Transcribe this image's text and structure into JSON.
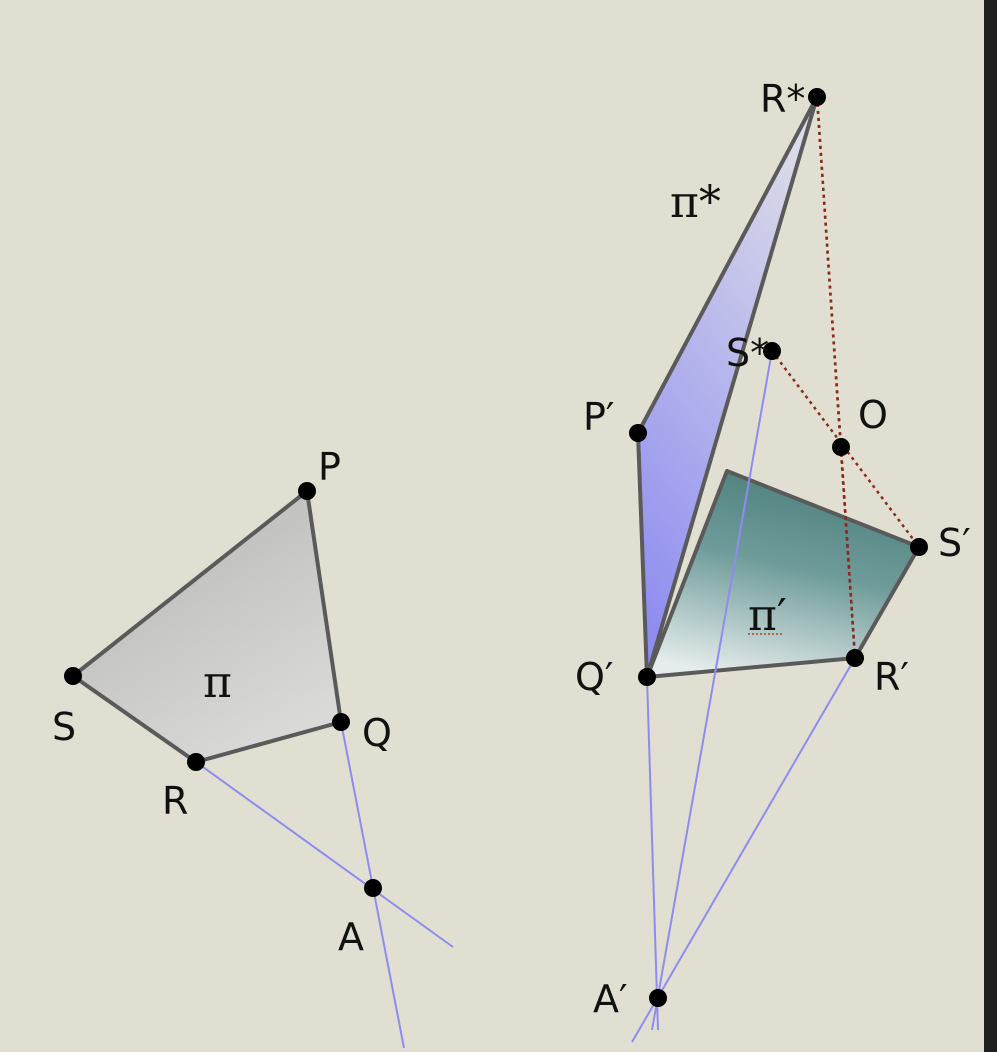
{
  "colors": {
    "background": "#e1dfd1",
    "construction_line": "#8e8cf0",
    "dotted_line": "#8b2a1c",
    "edge": "#5a5a5a",
    "point": "#000000",
    "plane_pi": "#c4c5c3",
    "plane_pi_star": "#a3a3f1",
    "plane_pi_prime": "#5a8f8c"
  },
  "points": {
    "P": "P",
    "Q": "Q",
    "R": "R",
    "S": "S",
    "A": "A",
    "P_prime": "P′",
    "Q_prime": "Q′",
    "R_prime": "R′",
    "S_prime": "S′",
    "A_prime": "A′",
    "R_star": "R*",
    "S_star": "S*",
    "O": "O"
  },
  "planes": {
    "pi": "π",
    "pi_star": "π*",
    "pi_prime": "π′"
  }
}
